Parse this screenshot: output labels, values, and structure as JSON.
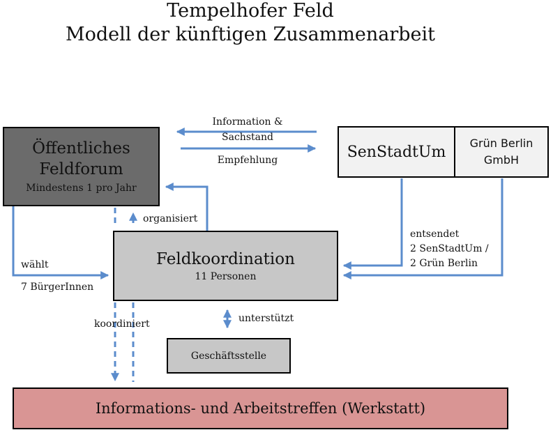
{
  "title": {
    "line1": "Tempelhofer Feld",
    "line2": "Modell der künftigen Zusammenarbeit"
  },
  "nodes": {
    "feldforum": {
      "line1": "Öffentliches",
      "line2": "Feldforum",
      "sub": "Mindestens 1 pro Jahr"
    },
    "senstadtum": {
      "label": "SenStadtUm"
    },
    "gruen": {
      "line1": "Grün Berlin",
      "line2": "GmbH"
    },
    "feldkoordination": {
      "label": "Feldkoordination",
      "sub": "11 Personen"
    },
    "geschaeftsstelle": {
      "label": "Geschäftsstelle"
    },
    "werkstatt": {
      "label": "Informations- und Arbeitstreffen (Werkstatt)"
    }
  },
  "edges": {
    "information": {
      "line1": "Information &",
      "line2": "Sachstand"
    },
    "empfehlung": "Empfehlung",
    "organisiert": "organisiert",
    "waehlt": "wählt",
    "buergerinnen": "7 BürgerInnen",
    "entsendet": {
      "line1": "entsendet",
      "line2": "2 SenStadtUm /",
      "line3": "2 Grün Berlin"
    },
    "unterstuetzt": "unterstützt",
    "koordiniert": "koordiniert"
  },
  "colors": {
    "arrow": "#5b8ccc",
    "feldforum_fill": "#6b6b6b",
    "feldkoordination_fill": "#c7c7c7",
    "werkstatt_fill": "#d99594",
    "partner_fill": "#f2f2f2"
  }
}
